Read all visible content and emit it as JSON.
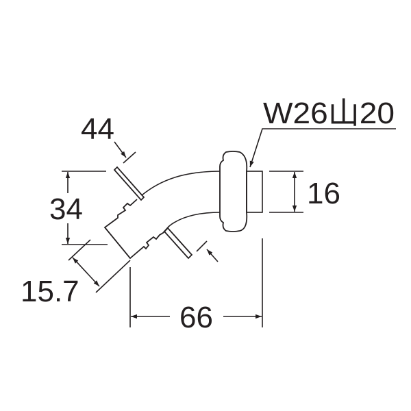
{
  "drawing": {
    "thread_spec": "W26山20",
    "dimensions": {
      "hex_width": "44",
      "height": "34",
      "inlet_length": "15.7",
      "width": "66",
      "outlet_diameter": "16"
    },
    "line_color": "#231f20"
  }
}
